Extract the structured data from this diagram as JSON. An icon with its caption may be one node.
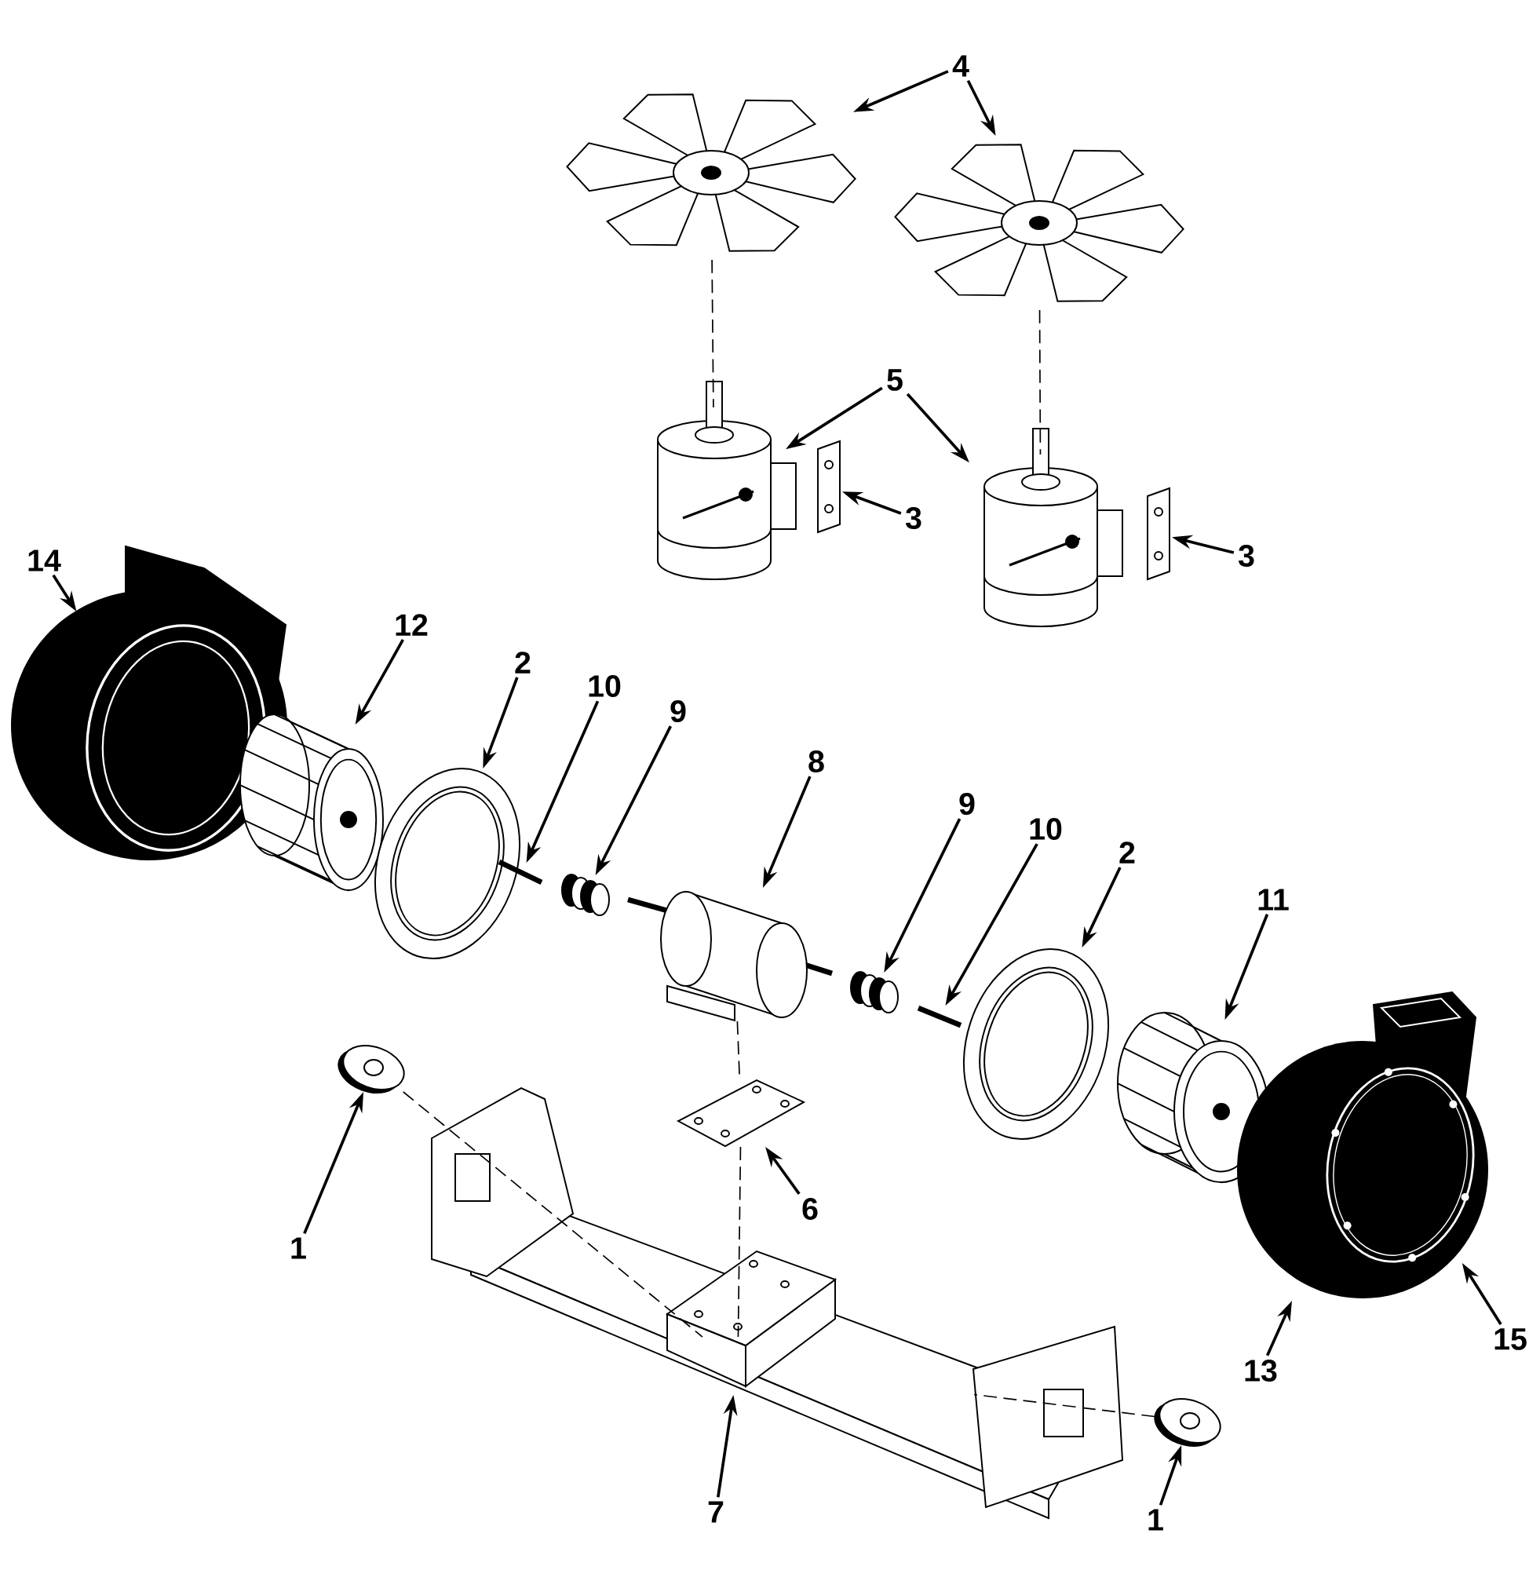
{
  "diagram": {
    "nodes": [
      {
        "text": [
          "4"
        ]
      },
      {
        "text": [
          "5"
        ]
      },
      {
        "text": [
          "3"
        ]
      },
      {
        "text": [
          "3"
        ]
      },
      {
        "text": [
          "14"
        ]
      },
      {
        "text": [
          "12"
        ]
      },
      {
        "text": [
          "2"
        ]
      },
      {
        "text": [
          "10"
        ]
      },
      {
        "text": [
          "9"
        ]
      },
      {
        "text": [
          "8"
        ]
      },
      {
        "text": [
          "9"
        ]
      },
      {
        "text": [
          "10"
        ]
      },
      {
        "text": [
          "2"
        ]
      },
      {
        "text": [
          "11"
        ]
      },
      {
        "text": [
          "1"
        ]
      },
      {
        "text": [
          "6"
        ]
      },
      {
        "text": [
          "1"
        ]
      },
      {
        "text": [
          "7"
        ]
      },
      {
        "text": [
          "13"
        ]
      },
      {
        "text": [
          "15"
        ]
      },
      {
        "text": [],
        "shape": "picture"
      },
      {
        "text": [],
        "shape": "picture"
      },
      {
        "text": [],
        "shape": "picture"
      },
      {
        "text": [],
        "shape": "picture"
      },
      {
        "text": [],
        "shape": "picture"
      },
      {
        "text": [],
        "shape": "picture"
      },
      {
        "text": [],
        "shape": "picture"
      },
      {
        "text": [],
        "shape": "picture"
      },
      {
        "text": [],
        "shape": "picture"
      },
      {
        "text": [],
        "shape": "picture"
      },
      {
        "text": [],
        "shape": "picture"
      },
      {
        "text": [],
        "shape": "picture"
      },
      {
        "text": [],
        "shape": "picture"
      },
      {
        "text": [],
        "shape": "picture"
      },
      {
        "text": [],
        "shape": "picture"
      },
      {
        "text": [],
        "shape": "picture"
      },
      {
        "text": [],
        "shape": "picture"
      },
      {
        "text": [],
        "shape": "picture",
        "in": 36
      },
      {
        "text": [],
        "shape": "picture"
      },
      {
        "text": [],
        "shape": "picture"
      },
      {
        "text": [],
        "shape": "picture"
      },
      {
        "text": [],
        "shape": "picture"
      }
    ],
    "edges": [
      {
        "from": 0,
        "to": 20,
        "arrow": "to"
      },
      {
        "from": 0,
        "to": 21,
        "arrow": "to"
      },
      {
        "from": 1,
        "to": 22,
        "arrow": "to"
      },
      {
        "from": 1,
        "to": 23,
        "arrow": "to"
      },
      {
        "from": 2,
        "to": 24,
        "arrow": "to"
      },
      {
        "from": 3,
        "to": 25,
        "arrow": "to"
      },
      {
        "from": 4,
        "to": 26,
        "arrow": "to"
      },
      {
        "from": 5,
        "to": 27,
        "arrow": "to"
      },
      {
        "from": 6,
        "to": 28,
        "arrow": "to"
      },
      {
        "from": 7,
        "to": 29,
        "arrow": "to"
      },
      {
        "from": 8,
        "to": 30,
        "arrow": "to"
      },
      {
        "from": 9,
        "to": 31,
        "arrow": "to"
      },
      {
        "from": 10,
        "to": 32,
        "arrow": "to"
      },
      {
        "from": 11,
        "to": 33,
        "arrow": "to"
      },
      {
        "from": 12,
        "to": 34,
        "arrow": "to"
      },
      {
        "from": 13,
        "to": 35,
        "arrow": "to"
      },
      {
        "from": 14,
        "to": 38,
        "arrow": "to"
      },
      {
        "from": 15,
        "to": 39,
        "arrow": "to"
      },
      {
        "from": 16,
        "to": 41,
        "arrow": "to"
      },
      {
        "from": 17,
        "to": 40,
        "arrow": "to"
      },
      {
        "from": 18,
        "to": 36,
        "arrow": "to"
      },
      {
        "from": 19,
        "to": 37,
        "arrow": "to"
      },
      {
        "from": 20,
        "to": 22,
        "arrow": "none",
        "style": "dashed"
      },
      {
        "from": 21,
        "to": 23,
        "arrow": "none",
        "style": "dashed"
      },
      {
        "from": 31,
        "to": 39,
        "arrow": "none",
        "style": "dashed"
      },
      {
        "from": 39,
        "to": 40,
        "arrow": "none",
        "style": "dashed"
      },
      {
        "from": 38,
        "to": 40,
        "arrow": "none",
        "style": "dashed"
      },
      {
        "from": 41,
        "to": 40,
        "arrow": "none",
        "style": "dashed"
      }
    ]
  }
}
